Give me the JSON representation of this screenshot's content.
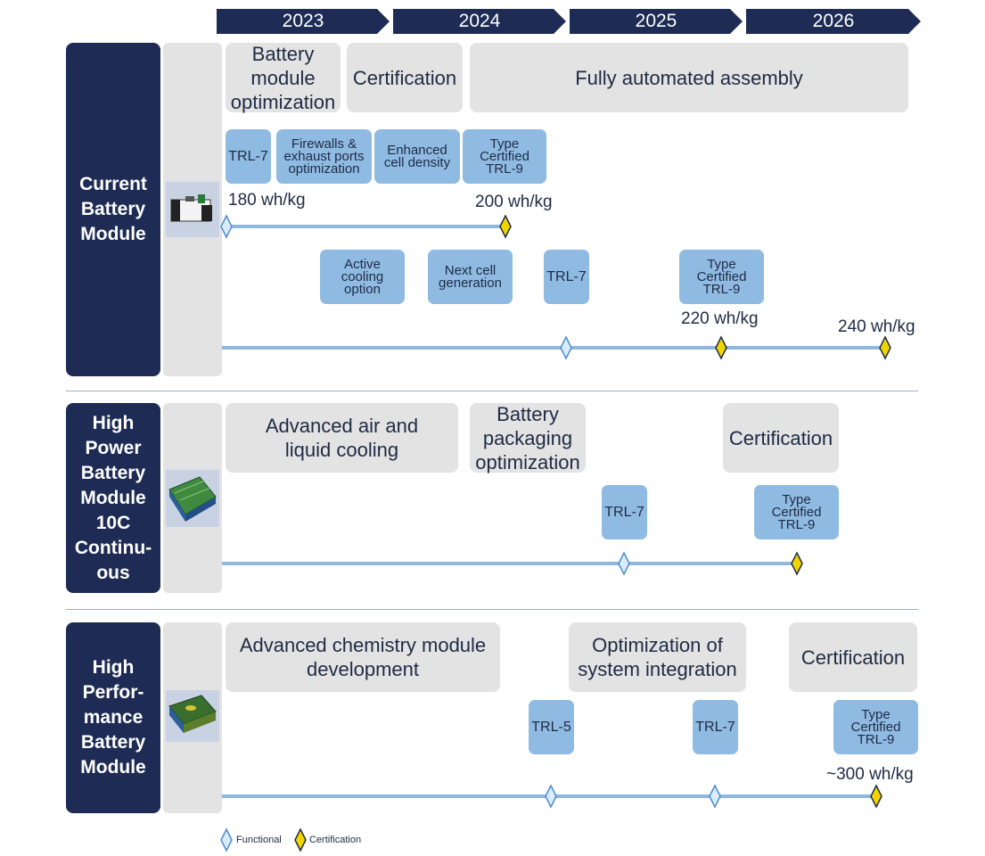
{
  "years": [
    "2023",
    "2024",
    "2025",
    "2026"
  ],
  "rows": [
    {
      "label": "Current\nBattery\nModule",
      "phases": [
        "Battery\nmodule\noptimization",
        "Certification",
        "Fully automated assembly"
      ],
      "milestones_a": [
        "TRL-7",
        "Firewalls &\nexhaust ports\noptimization",
        "Enhanced\ncell density",
        "Type\nCertified\nTRL-9"
      ],
      "values_a": [
        "180 wh/kg",
        "200 wh/kg"
      ],
      "milestones_b": [
        "Active\ncooling\noption",
        "Next cell\ngeneration",
        "TRL-7",
        "Type\nCertified\nTRL-9"
      ],
      "values_b": [
        "220 wh/kg",
        "240 wh/kg"
      ]
    },
    {
      "label": "High\nPower\nBattery\nModule\n10C\nContinu-\nous",
      "phases": [
        "Advanced air and\nliquid cooling",
        "Battery\npackaging\noptimization",
        "Certification"
      ],
      "milestones": [
        "TRL-7",
        "Type\nCertified\nTRL-9"
      ]
    },
    {
      "label": "High\nPerfor-\nmance\nBattery\nModule",
      "phases": [
        "Advanced chemistry module\ndevelopment",
        "Optimization of\nsystem integration",
        "Certification"
      ],
      "milestones": [
        "TRL-5",
        "TRL-7",
        "Type\nCertified\nTRL-9"
      ],
      "values": [
        "~300 wh/kg"
      ]
    }
  ],
  "legend": {
    "functional": "Functional",
    "certification": "Certification"
  },
  "colors": {
    "navy": "#1e2c55",
    "milestone_blue": "#8fbbe2",
    "line_blue": "#8fb8df",
    "functional_diamond": "#d9ecfb",
    "certification_diamond": "#f0d500"
  }
}
